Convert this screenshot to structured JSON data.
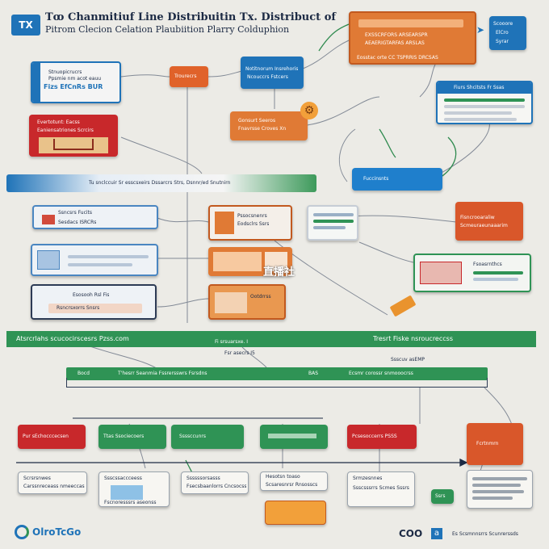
{
  "header": {
    "logo_text": "TX",
    "title_line1": "Tꝏ Chanmitiuf Line Distribuitin Tx. Distribuct of",
    "title_line2": "Pitrom Clecion Celation Plaubiition Plarry Colduphion"
  },
  "top": {
    "orange_card_title": "EXSSCRFORS ARSEARSPR",
    "orange_card_line": "AEAERIGTARFAS ARSLAS",
    "orange_card_footer": "Eosstac orte CC TSPRRIS DRCSAS",
    "blue_badge_lines": [
      "Scooore",
      "ElCro",
      "Syrar"
    ],
    "left_card_title": "Stnuopicrucrs",
    "left_card_sub": "Ppsmie nm acot eauu",
    "left_card_big": "Fizs EfCnRs BUR",
    "small_orange_tag": "Trourecrs",
    "center_card_title": "Notitnorum Insrehoris",
    "center_card_sub": "Ncouccrs Fstcers",
    "mid_orange_title": "Gonsurt Seeros",
    "mid_orange_sub": "Fnavrsse Croves Xn",
    "left_red_title": "Evertotunt: Eacss",
    "left_red_sub": "Eaniensatriones Scrcirs",
    "right_blue_panel_title": "Fiurs Shcitsts Fr Ssas",
    "right_blue_small": "Fuccinsnts"
  },
  "banner": {
    "text": "Tu snclccuir Sr esscsxeirs Dssarcrs Strs, Dsnnr/ed Snutnirn"
  },
  "mid": {
    "left_card1_title": "Ssncsrs Fucits",
    "left_card1_sub": "Sesdacs ISRCRs",
    "left_card3_title": "Esosooh Rsl Fis",
    "left_card3_sub": "Rsncrsxorrs Snsrs",
    "center_card1_title": "Pssocsnenrs",
    "center_card1_sub": "Eodsclrs Ssrs",
    "center_card3_title": "Ootdrrss",
    "right_card1_title": "Fisncrooaraliw",
    "right_card1_sub": "Scmeuraeunaaarim",
    "right_card2_title": "Fsoasrnthcs",
    "watermark": "直播社"
  },
  "green_banner": {
    "left": "Atsrcrlahs scucocirscesrs Pzss.com",
    "right": "Tresrt Fiske nsroucreccss",
    "sub_center": "Fi srsuarsxe. I",
    "sub_center2": "Fsr asecrs I5",
    "sub_right": "Ssscuv asEMP"
  },
  "timeline_bar": {
    "left": "Bocd",
    "center": "T'hesrr Seanmia Fssrersswrs Fsrsdns",
    "mid_tag": "BAS",
    "right": "Ecsmr corossr snmooocrss"
  },
  "bottom": {
    "headers": [
      {
        "label": "Pur sEchocccecsen",
        "color": "#c8282b"
      },
      {
        "label": "Ttas Ssociecoers",
        "color": "#2f9355"
      },
      {
        "label": "Ssssccunrs",
        "color": "#2f9355"
      },
      {
        "label": "Pcsesoccerrs PSSS",
        "color": "#c8282b"
      },
      {
        "label": "Fcrtnmrn",
        "color": "#d9572a"
      }
    ],
    "cards": [
      {
        "title": "Scrsrsnwes",
        "line": "Carssnreceass nmeeccasr"
      },
      {
        "title": "Ssscssaccceess",
        "line": "Fscnoresssrs aseonss"
      },
      {
        "title": "Ssssssorsasss",
        "line": "Fsecsbaanlorrs Cncsocsss"
      },
      {
        "title": "Hesotsn toaso",
        "line": "Scsaresnrsr Rnsosscs"
      },
      {
        "title": "Srmzesnnes",
        "line": "Ssscsssrrs Scmes Sssrs"
      }
    ],
    "green_tag": "Ssrs"
  },
  "footer": {
    "left_logo": "OlroTcGo",
    "right_logo": "COO",
    "right_logo_badge": "a",
    "right_text": "Es Scsmnnsrrs Scunrerssds"
  },
  "colors": {
    "background": "#ecebe6",
    "blue": "#1f73b8",
    "orange": "#e07a35",
    "green": "#2f9355",
    "red": "#c8282b",
    "navy": "#1c2a44"
  }
}
